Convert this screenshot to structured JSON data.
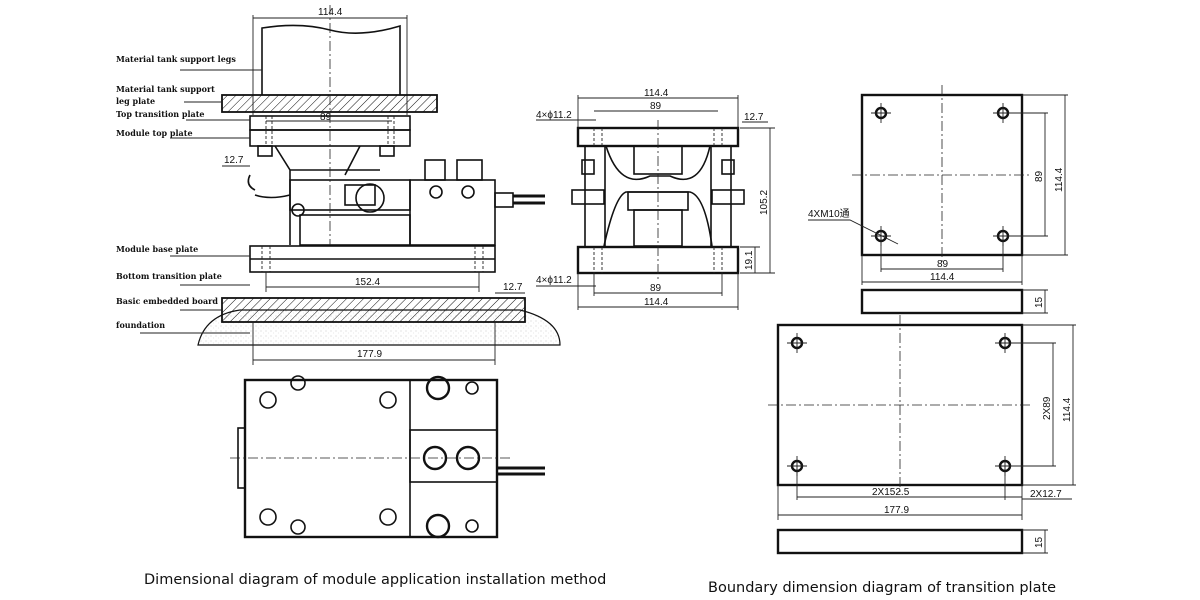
{
  "labels": {
    "tank_legs": "Material tank support legs",
    "leg_plate_1": "Material tank support",
    "leg_plate_2": "leg plate",
    "top_transition": "Top transition plate",
    "module_top": "Module top plate",
    "module_base": "Module base plate",
    "bottom_transition": "Bottom transition plate",
    "embedded_board": "Basic embedded board",
    "foundation": "foundation"
  },
  "side_view_dims": {
    "top_width": "114.4",
    "inner": "89",
    "offset_top": "12.7",
    "base_span": "152.4",
    "offset_base": "12.7",
    "overall": "177.9"
  },
  "front_view_dims": {
    "top_width": "114.4",
    "top_inner": "89",
    "hole_top": "4×ϕ11.2",
    "edge": "12.7",
    "height": "105.2",
    "base_thickness": "19.1",
    "hole_bottom": "4×ϕ11.2",
    "bottom_inner": "89",
    "bottom_width": "114.4"
  },
  "small_plate_dims": {
    "thread": "4XM10通",
    "inner_v": "89",
    "outer_v": "114.4",
    "inner_h": "89",
    "outer_h": "114.4",
    "thickness": "15"
  },
  "large_plate_dims": {
    "inner_v": "2X89",
    "outer_v": "114.4",
    "inner_h": "2X152.5",
    "edge": "2X12.7",
    "outer_h": "177.9",
    "thickness": "15"
  },
  "captions": {
    "left": "Dimensional diagram of module application installation method",
    "right": "Boundary dimension diagram of transition plate"
  }
}
